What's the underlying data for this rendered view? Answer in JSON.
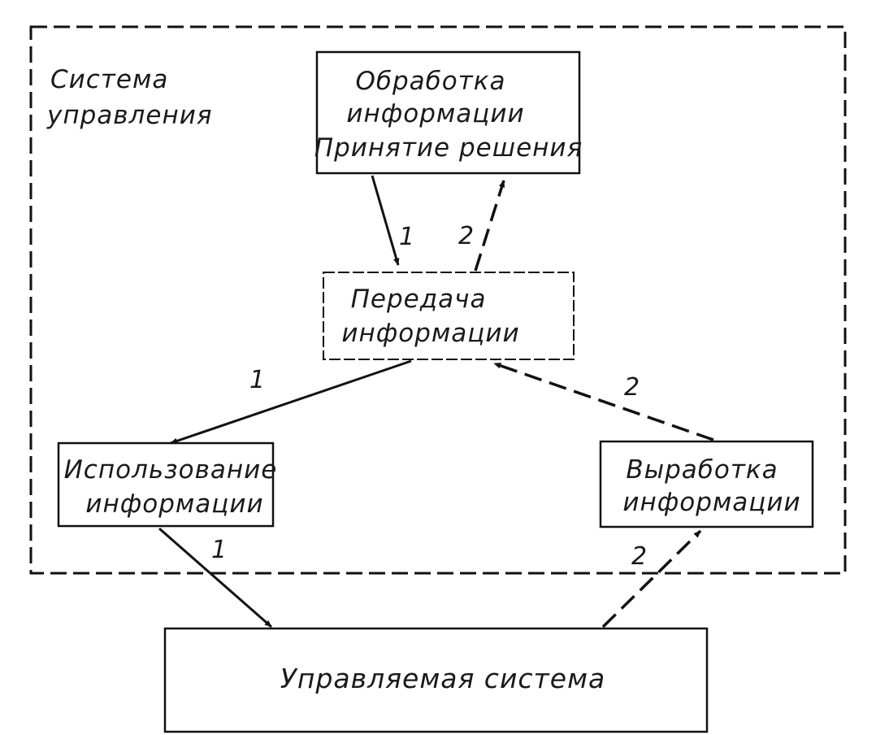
{
  "system_label": {
    "line1": "Система",
    "line2": "управления"
  },
  "nodes": {
    "processing": {
      "line1": "Обработка",
      "line2": "информации",
      "line3": "Принятие решения"
    },
    "transmission": {
      "line1": "Передача",
      "line2": "информации"
    },
    "usage": {
      "line1": "Использование",
      "line2": "информации"
    },
    "generation": {
      "line1": "Выработка",
      "line2": "информации"
    },
    "controlled": {
      "line1": "Управляемая система"
    }
  },
  "edges": [
    {
      "from": "processing",
      "to": "transmission",
      "label": "1",
      "style": "solid"
    },
    {
      "from": "transmission",
      "to": "processing",
      "label": "2",
      "style": "dashed"
    },
    {
      "from": "transmission",
      "to": "usage",
      "label": "1",
      "style": "solid"
    },
    {
      "from": "generation",
      "to": "transmission",
      "label": "2",
      "style": "dashed"
    },
    {
      "from": "usage",
      "to": "controlled",
      "label": "1",
      "style": "solid"
    },
    {
      "from": "controlled",
      "to": "generation",
      "label": "2",
      "style": "dashed"
    }
  ],
  "colors": {
    "ink": "#111111",
    "paper": "#ffffff"
  }
}
